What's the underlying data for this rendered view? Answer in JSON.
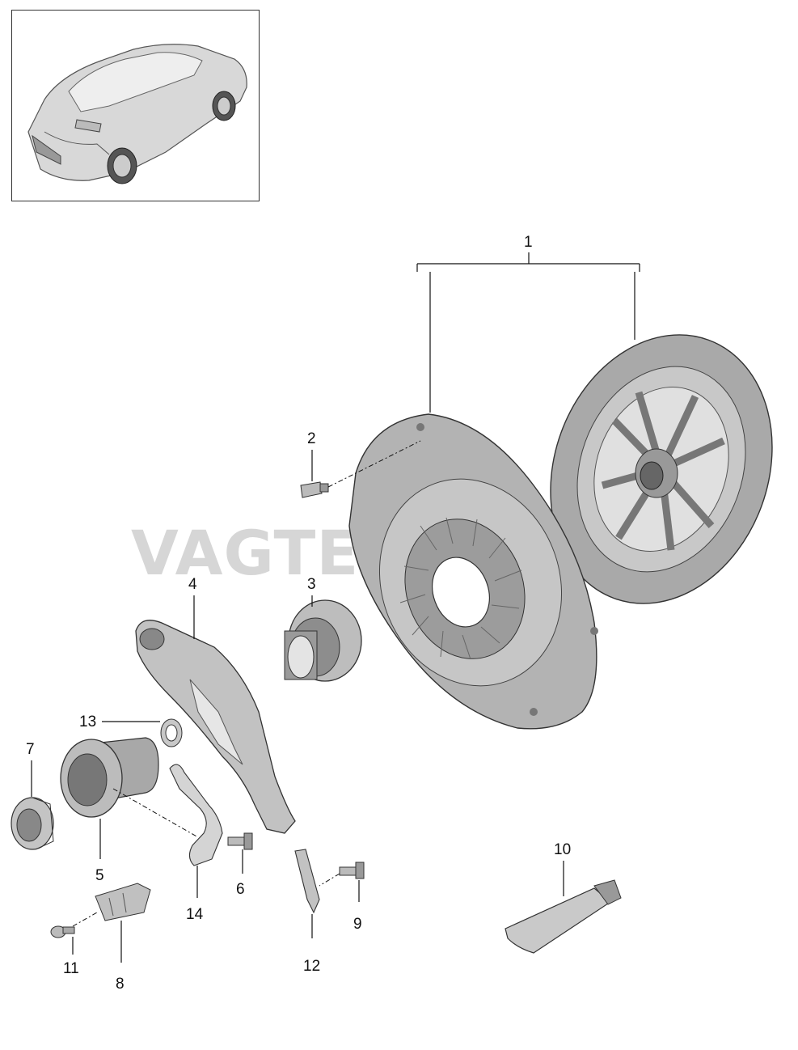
{
  "watermark": "VAGTEC.COM.UA",
  "callouts": {
    "c1": "1",
    "c2": "2",
    "c3": "3",
    "c4": "4",
    "c5": "5",
    "c6": "6",
    "c7": "7",
    "c8": "8",
    "c9": "9",
    "c10": "10",
    "c11": "11",
    "c12": "12",
    "c13": "13",
    "c14": "14"
  },
  "colors": {
    "part_fill": "#b9b9b9",
    "part_dark": "#8e8e8e",
    "part_light": "#dcdcdc",
    "line": "#111111"
  }
}
